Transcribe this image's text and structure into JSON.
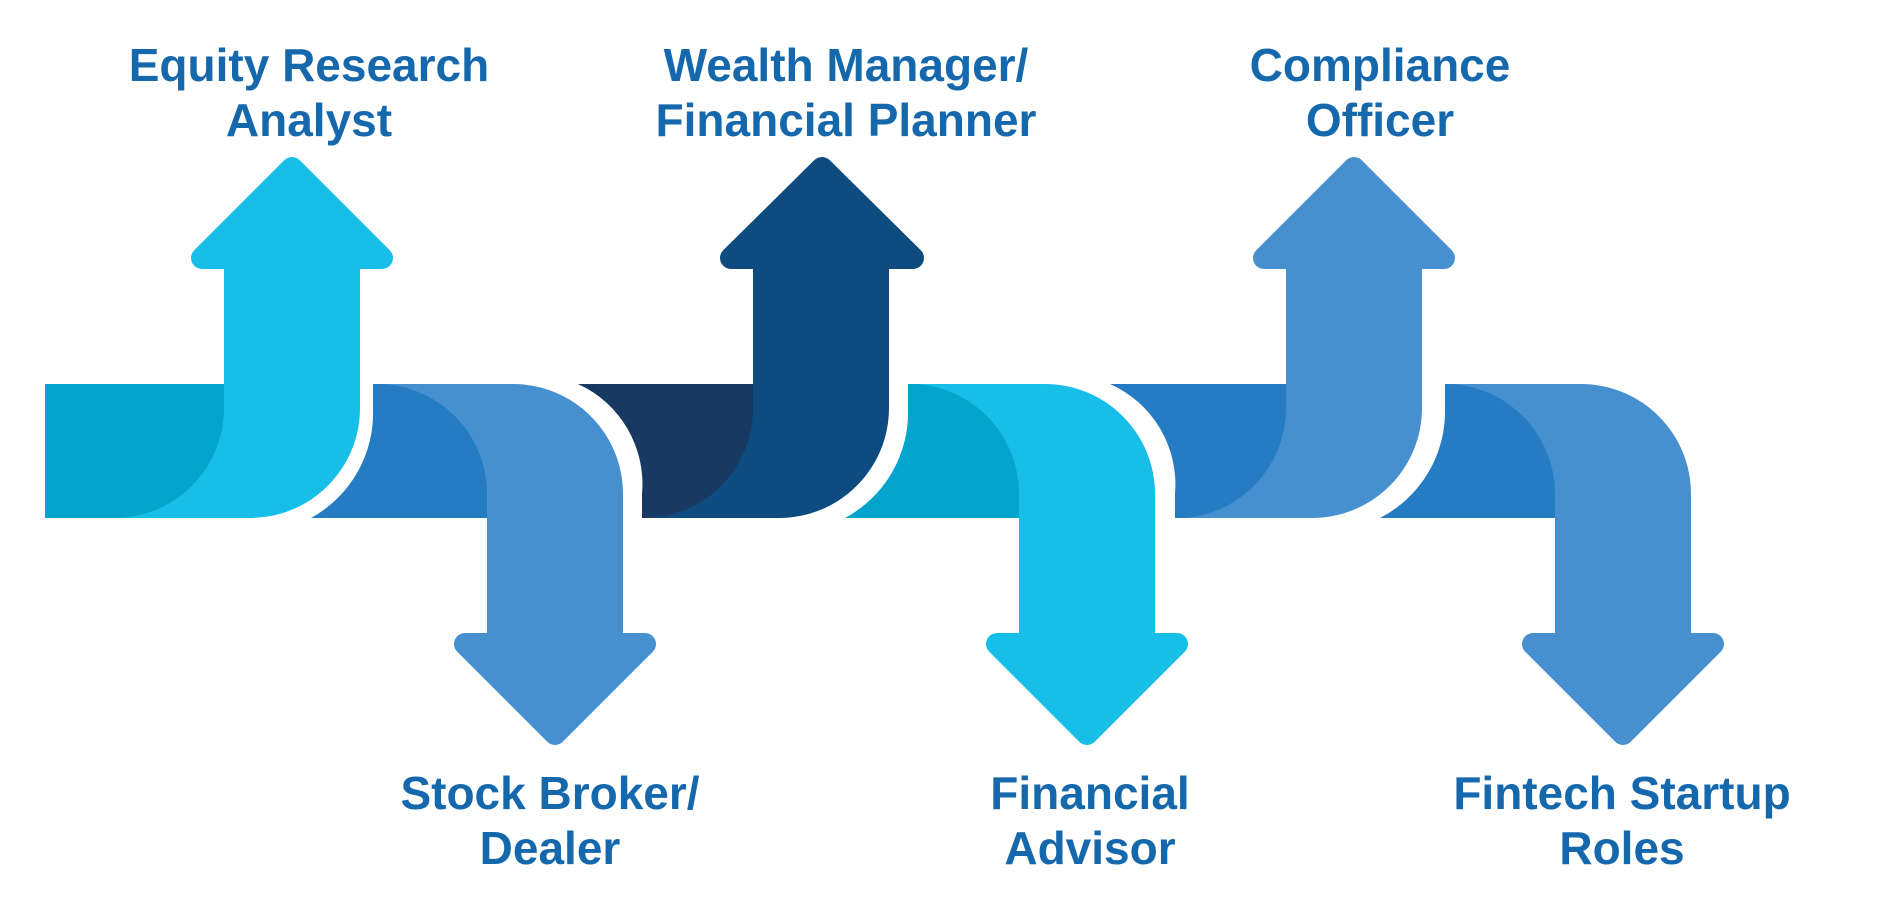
{
  "colors": {
    "label_text": "#1668AC",
    "cyan_light": "#17BEE8",
    "cyan_dark": "#03A5CC",
    "blue_mid": "#4690D0",
    "blue_dark": "#257CC3",
    "navy": "#0E4C80",
    "navy_dark": "#173962"
  },
  "steps": [
    {
      "id": "equity-research-analyst",
      "direction": "up",
      "lines": [
        "Equity Research",
        "Analyst"
      ]
    },
    {
      "id": "stock-broker-dealer",
      "direction": "down",
      "lines": [
        "Stock Broker/",
        "Dealer"
      ]
    },
    {
      "id": "wealth-manager",
      "direction": "up",
      "lines": [
        "Wealth Manager/",
        "Financial Planner"
      ]
    },
    {
      "id": "financial-advisor",
      "direction": "down",
      "lines": [
        "Financial",
        "Advisor"
      ]
    },
    {
      "id": "compliance-officer",
      "direction": "up",
      "lines": [
        "Compliance",
        "Officer"
      ]
    },
    {
      "id": "fintech-startup-roles",
      "direction": "down",
      "lines": [
        "Fintech Startup",
        "Roles"
      ]
    }
  ]
}
